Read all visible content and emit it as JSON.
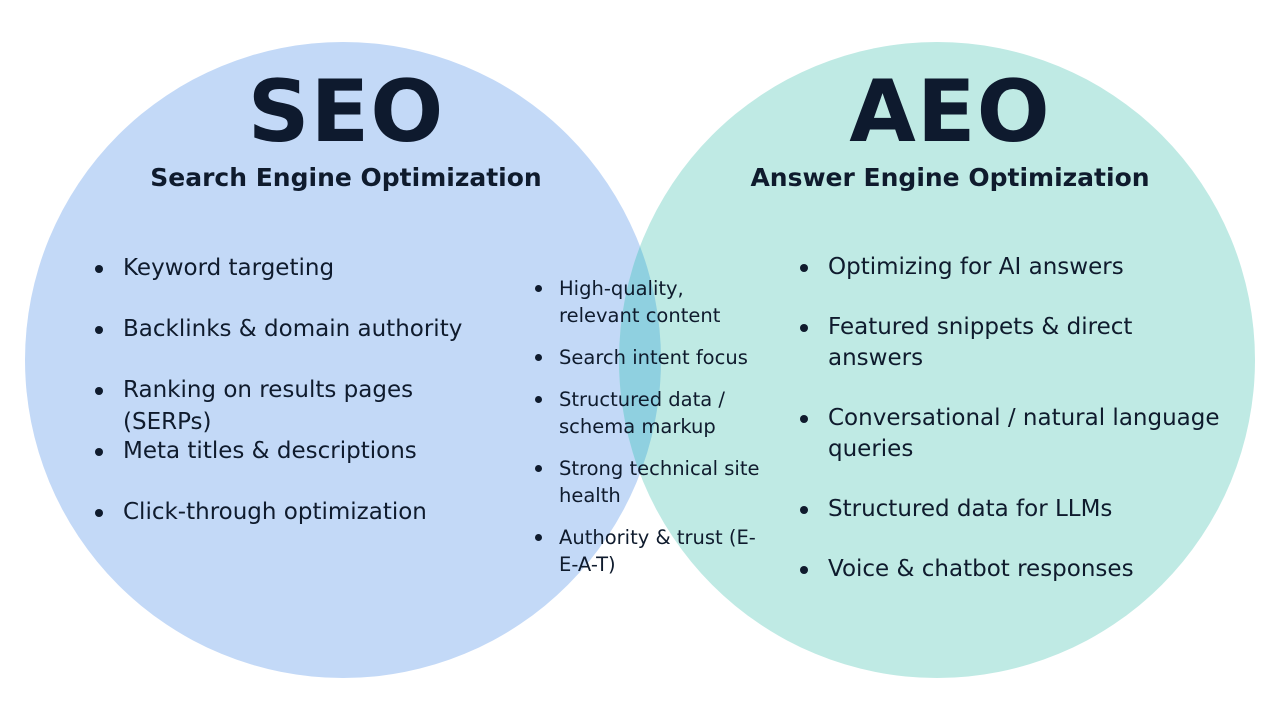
{
  "colors": {
    "seo_circle": "#c3d9f7",
    "aeo_circle": "#bfeae4",
    "overlap": "#8fd0e0",
    "text": "#0f1b2d"
  },
  "seo": {
    "title": "SEO",
    "subtitle": "Search Engine Optimization",
    "items": [
      "Keyword targeting",
      "Backlinks & domain authority",
      "Ranking on results pages (SERPs)",
      "Meta titles & descriptions",
      "Click-through optimization"
    ]
  },
  "aeo": {
    "title": "AEO",
    "subtitle": "Answer Engine Optimization",
    "items": [
      "Optimizing for AI answers",
      "Featured snippets & direct answers",
      "Conversational / natural language queries",
      "Structured data for LLMs",
      "Voice & chatbot responses"
    ]
  },
  "overlap": {
    "items": [
      "High-quality, relevant content",
      "Search intent focus",
      "Structured data / schema markup",
      "Strong technical site health",
      "Authority & trust (E-E-A-T)"
    ]
  }
}
